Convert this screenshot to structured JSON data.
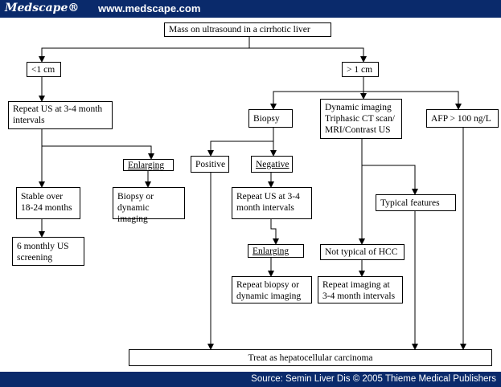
{
  "header": {
    "brand": "Medscape®",
    "url": "www.medscape.com"
  },
  "footer": {
    "source": "Source: Semin Liver Dis © 2005 Thieme Medical Publishers"
  },
  "nodes": {
    "root": "Mass on ultrasound in a cirrhotic liver",
    "lt1": "<1 cm",
    "gt1": "> 1 cm",
    "repeat_us_small": "Repeat US at 3-4 month intervals",
    "enlarging_small": "Enlarging",
    "stable": "Stable over 18-24 months",
    "biopsy_or_dynamic": "Biopsy or dynamic imaging",
    "six_monthly": "6 monthly US screening",
    "biopsy": "Biopsy",
    "dynamic_imaging": "Dynamic imaging Triphasic CT scan/ MRI/Contrast US",
    "afp": "AFP > 100 ng/L",
    "positive": "Positive",
    "negative": "Negative",
    "repeat_us_neg": "Repeat US at 3-4 month intervals",
    "enlarging_neg": "Enlarging",
    "repeat_biopsy": "Repeat biopsy or dynamic imaging",
    "typical": "Typical features",
    "not_typical": "Not typical of HCC",
    "repeat_imaging": "Repeat imaging at 3-4 month intervals",
    "treat": "Treat as hepatocellular carcinoma"
  }
}
